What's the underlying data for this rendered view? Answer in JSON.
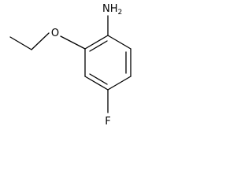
{
  "molecule": {
    "atoms": {
      "amine": "NH2",
      "amine_main": "N",
      "amine_h": "H",
      "amine_count": "2",
      "ether_oxygen": "O",
      "fluorine": "F"
    }
  }
}
